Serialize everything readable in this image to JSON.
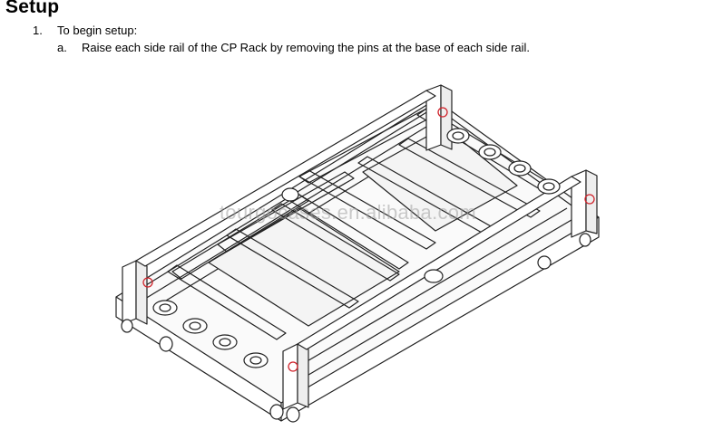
{
  "heading": "Setup",
  "steps": [
    {
      "number": "1.",
      "text": "To begin setup:",
      "substeps": [
        {
          "letter": "a.",
          "text": "Raise each side rail of the CP Rack by removing the pins at the base of each side rail."
        }
      ]
    }
  ],
  "figure": {
    "watermark": "tourgocases.en.alibaba.com",
    "pin_marker_color": "#d0242c",
    "line_color": "#222222"
  }
}
